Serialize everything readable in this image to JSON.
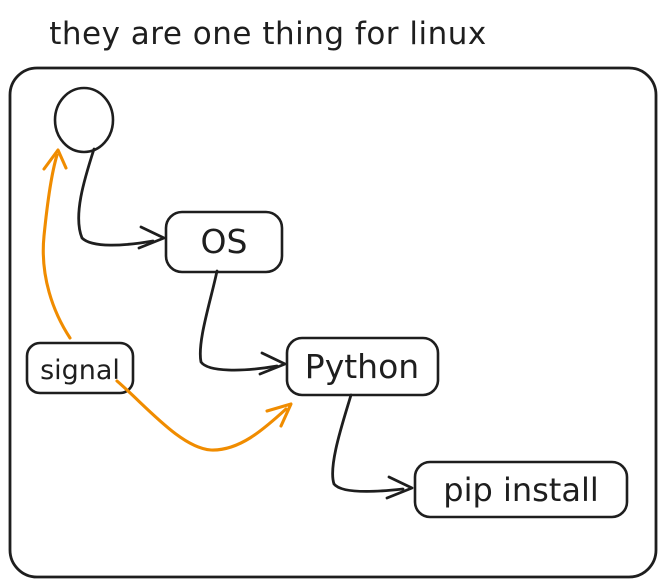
{
  "title": "they are one thing for linux",
  "colors": {
    "ink": "#1e1e1e",
    "accent": "#f08c00",
    "background": "#ffffff"
  },
  "nodes": {
    "actor": {
      "label": "",
      "shape": "circle"
    },
    "os": {
      "label": "OS"
    },
    "python": {
      "label": "Python"
    },
    "pip": {
      "label": "pip install"
    },
    "signal": {
      "label": "signal"
    }
  },
  "edges": [
    {
      "from": "actor",
      "to": "os",
      "color": "ink",
      "style": "arrow"
    },
    {
      "from": "os",
      "to": "python",
      "color": "ink",
      "style": "arrow"
    },
    {
      "from": "python",
      "to": "pip",
      "color": "ink",
      "style": "arrow"
    },
    {
      "from": "signal",
      "to": "actor",
      "color": "accent",
      "style": "arrow"
    },
    {
      "from": "signal",
      "to": "python",
      "color": "accent",
      "style": "arrow"
    }
  ]
}
